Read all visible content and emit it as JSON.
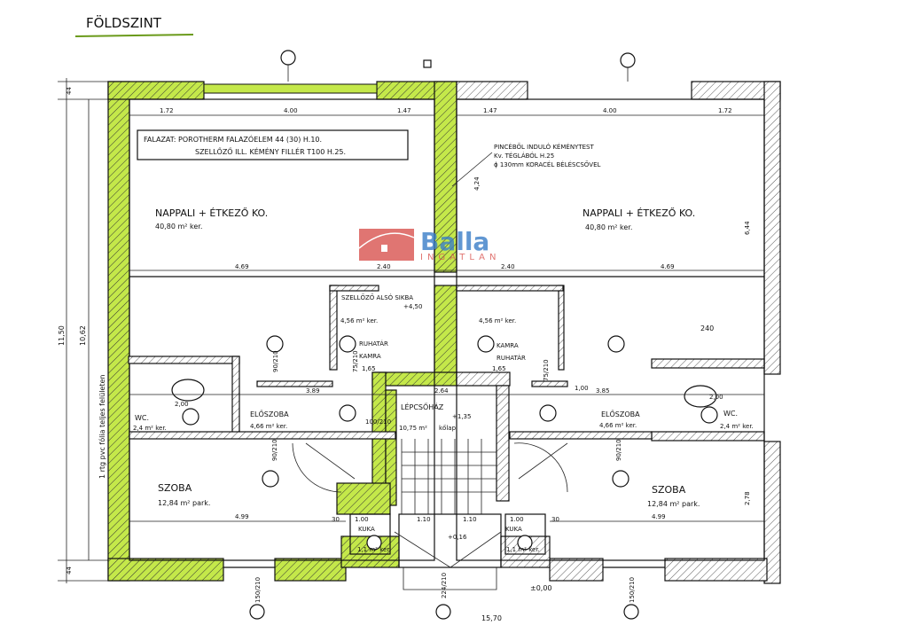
{
  "title": "FÖLDSZINT",
  "notes": {
    "walls_line1": "FALAZAT: POROTHERM FALAZÓELEM 44 (30) H.10.",
    "walls_line2": "SZELLŐZŐ ILL. KÉMÉNY FILLÉR T100 H.25.",
    "chimney_line1": "PINCÉBŐL INDULÓ KÉMÉNYTEST",
    "chimney_line2": "Kv. TÉGLÁBÓL H.25",
    "chimney_line3": "ϕ 130mm KORACÉL BÉLÉSCSŐVEL",
    "vent": "SZELLŐZŐ ALSÓ SIKBA",
    "vent_level": "+4,50",
    "foil": "1 rtg pvc fólia teljes felületen"
  },
  "rooms": {
    "living_left": {
      "name": "NAPPALI + ÉTKEZŐ KO.",
      "area": "40,80 m² ker."
    },
    "living_right": {
      "name": "NAPPALI + ÉTKEZŐ KO.",
      "area": "40,80 m² ker."
    },
    "hall_left": {
      "name": "ELŐSZOBA",
      "area": "4,66 m² ker."
    },
    "hall_right": {
      "name": "ELŐSZOBA",
      "area": "4,66 m² ker."
    },
    "wc_left": {
      "name": "WC.",
      "area": "2,4 m² ker."
    },
    "wc_right": {
      "name": "WC.",
      "area": "2,4 m² ker."
    },
    "room_left": {
      "name": "SZOBA",
      "area": "12,84 m² park."
    },
    "room_right": {
      "name": "SZOBA",
      "area": "12,84 m² park."
    },
    "stair": {
      "name": "LÉPCSŐHÁZ",
      "level": "+1,35",
      "area": "10,75 m²",
      "floor": "kőlap"
    },
    "storage_left": {
      "name1": "RUHATÁR",
      "name2": "KAMRA",
      "area": "4,56 m² ker."
    },
    "storage_right": {
      "name1": "KAMRA",
      "name2": "RUHATÁR",
      "area": "4,56 m² ker."
    },
    "bin_left": {
      "name": "KUKA",
      "area": "1,1 m² ker."
    },
    "bin_right": {
      "name": "KUKA",
      "area": "1,1 m² ker."
    }
  },
  "dimensions": {
    "top_left": [
      "1.72",
      "4.00",
      "1.47"
    ],
    "top_right": [
      "1.47",
      "4.00",
      "1.72"
    ],
    "mid_row": [
      "4.69",
      "2.40",
      "2.40",
      "4.69"
    ],
    "hall_row": [
      "3.89",
      "2.64",
      "3.85"
    ],
    "szoba_row": [
      "4.99",
      "4.99"
    ],
    "bin_row": [
      "1.00",
      "1.10",
      "1.10",
      "1.00"
    ],
    "overall_height": "11,50",
    "inner_height": "10,62",
    "wall": "44",
    "right_height": "6,44",
    "right_szoba_height": "2,78",
    "chimney_height": "4,24",
    "total_width": "15,70",
    "level_entry": "±0,00",
    "level_landing": "+0,16",
    "handwritten": "240",
    "door_labels": [
      "90/210",
      "75/210",
      "100/210",
      "224/210",
      "150/210",
      "1,65",
      "2,00",
      "1,00",
      "30"
    ]
  },
  "watermark": {
    "brand": "Balla",
    "sub": "INGATLAN"
  },
  "colors": {
    "highlight": "#bfe63a",
    "line": "#111111",
    "wm_red": "#d9534f",
    "wm_blue": "#3a7ec8"
  }
}
